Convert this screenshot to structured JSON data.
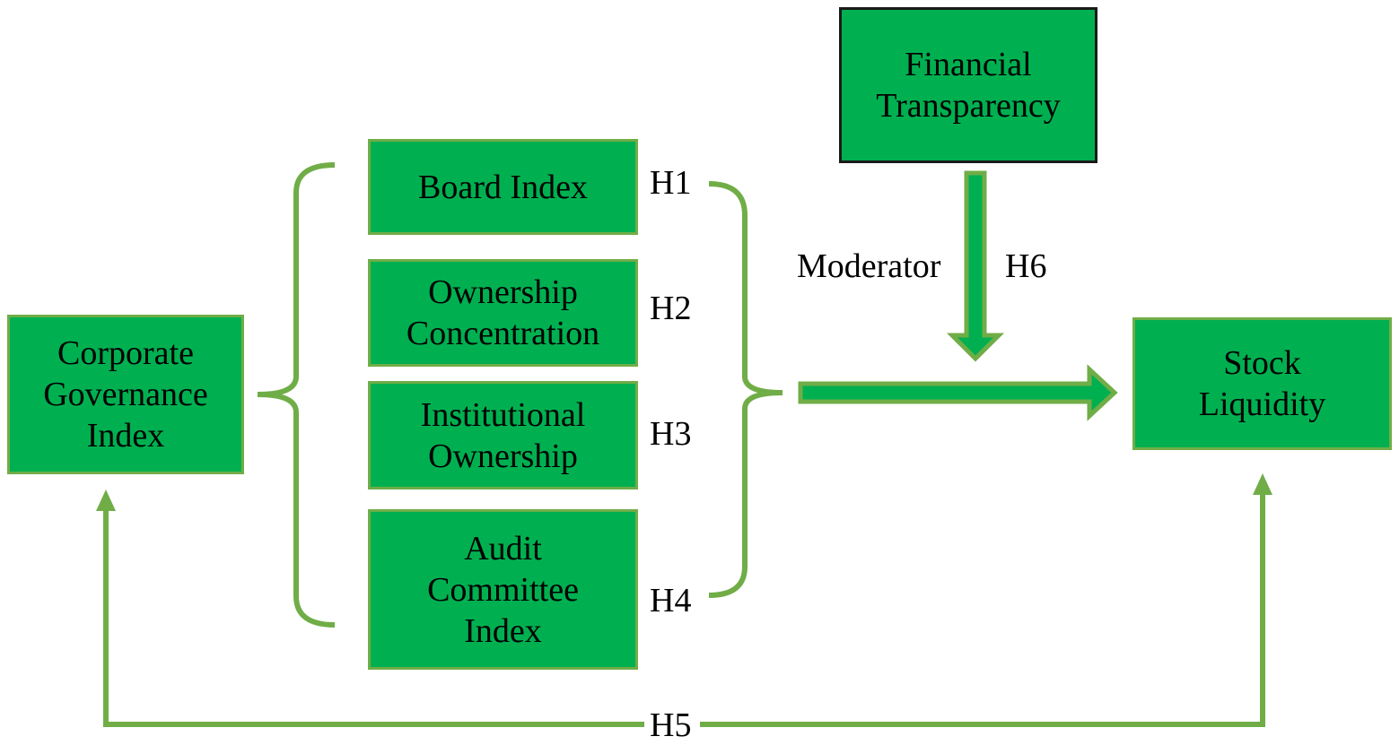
{
  "nodes": {
    "corporate_governance_index": "Corporate\nGovernance\nIndex",
    "board_index": "Board Index",
    "ownership_concentration": "Ownership\nConcentration",
    "institutional_ownership": "Institutional\nOwnership",
    "audit_committee_index": "Audit\nCommittee\nIndex",
    "financial_transparency": "Financial\nTransparency",
    "stock_liquidity": "Stock\nLiquidity"
  },
  "labels": {
    "h1": "H1",
    "h2": "H2",
    "h3": "H3",
    "h4": "H4",
    "h5": "H5",
    "h6": "H6",
    "moderator": "Moderator"
  },
  "colors": {
    "box_fill": "#00b050",
    "box_border": "#70ad47",
    "connector": "#70ad47",
    "dark_border": "#1a1a1a"
  }
}
